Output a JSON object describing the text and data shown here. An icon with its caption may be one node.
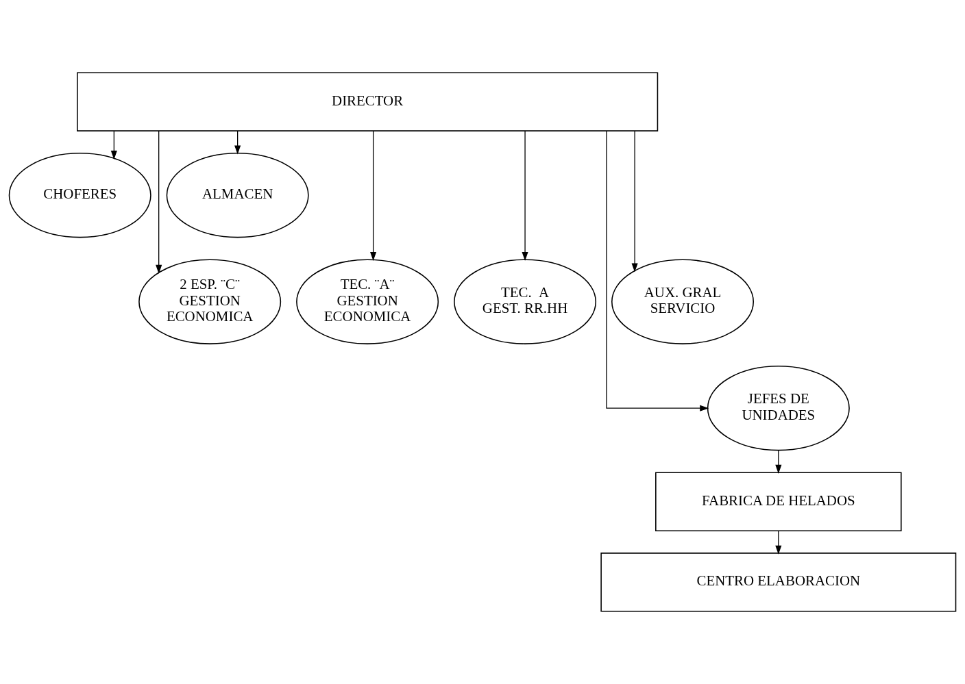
{
  "diagram": {
    "nodes": [
      {
        "text": [
          "DIRECTOR"
        ]
      },
      {
        "text": [
          "CHOFERES"
        ]
      },
      {
        "text": [
          "ALMACEN"
        ]
      },
      {
        "text": [
          "2 ESP. ¨C¨ GESTION ECONOMICA"
        ]
      },
      {
        "text": [
          "TEC. ¨A¨ GESTION ECONOMICA"
        ]
      },
      {
        "text": [
          "TEC.  A GEST. RR.HH"
        ]
      },
      {
        "text": [
          "AUX. GRAL SERVICIO"
        ]
      },
      {
        "text": [
          "JEFES DE UNIDADES"
        ]
      },
      {
        "text": [
          "FABRICA DE HELADOS"
        ]
      },
      {
        "text": [
          "CENTRO ELABORACION"
        ]
      }
    ],
    "edges": [
      {
        "from": 0,
        "to": 3,
        "arrow": "to"
      },
      {
        "from": 0,
        "to": 1,
        "arrow": "to"
      },
      {
        "from": 0,
        "to": 4,
        "arrow": "to"
      },
      {
        "from": 0,
        "to": 7,
        "arrow": "to"
      },
      {
        "from": 0,
        "to": 5,
        "arrow": "to"
      },
      {
        "from": 0,
        "to": 2,
        "arrow": "to"
      },
      {
        "from": 0,
        "to": 6,
        "arrow": "to"
      },
      {
        "from": 7,
        "to": 8,
        "arrow": "to"
      },
      {
        "from": 8,
        "to": 9,
        "arrow": "to"
      }
    ]
  }
}
